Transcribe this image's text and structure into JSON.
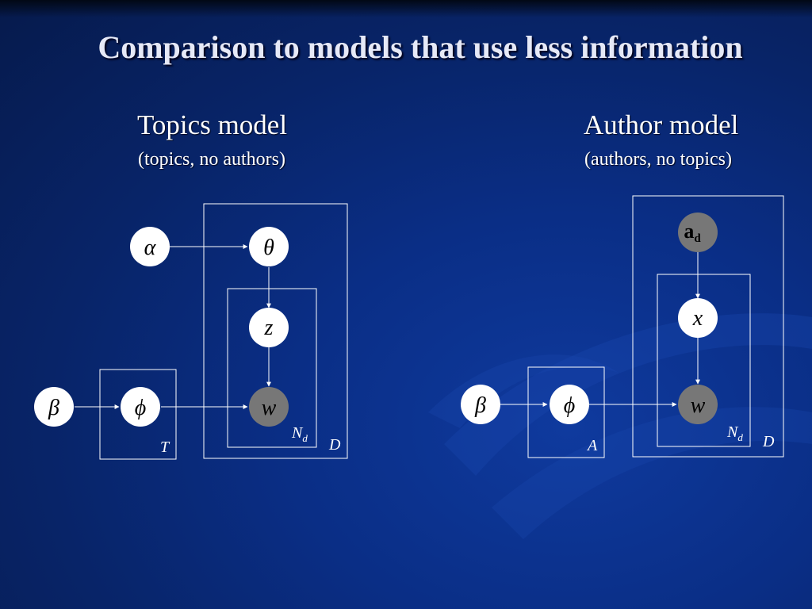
{
  "slide": {
    "title": "Comparison to models that use less information"
  },
  "topics_model": {
    "heading": "Topics model",
    "subheading": "(topics, no authors)",
    "nodes": {
      "alpha": "α",
      "theta": "θ",
      "z": "z",
      "w": "w",
      "beta": "β",
      "phi": "ϕ"
    },
    "plates": {
      "T": "T",
      "D": "D",
      "Nd_main": "N",
      "Nd_sub": "d"
    }
  },
  "author_model": {
    "heading": "Author model",
    "subheading": "(authors, no topics)",
    "nodes": {
      "ad_main": "a",
      "ad_sub": "d",
      "x": "x",
      "w": "w",
      "beta": "β",
      "phi": "ϕ"
    },
    "plates": {
      "A": "A",
      "D": "D",
      "Nd_main": "N",
      "Nd_sub": "d"
    }
  },
  "colors": {
    "observed_node": "#777777",
    "latent_node": "#ffffff",
    "plate_border": "#ffffff"
  }
}
